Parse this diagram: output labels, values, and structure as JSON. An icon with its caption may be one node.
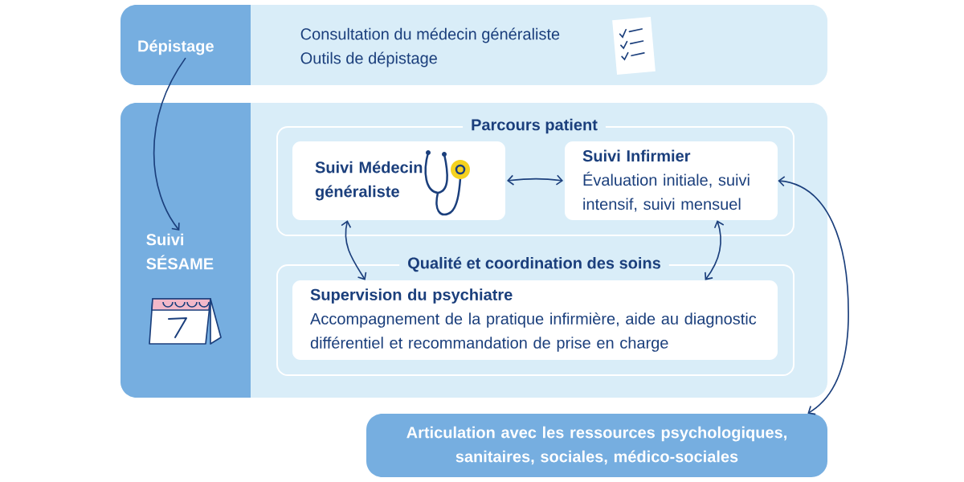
{
  "diagram": {
    "nodes": [
      {
        "text": [
          "Dépistage"
        ]
      },
      {
        "text": [
          "Consultation du médecin généraliste",
          "Outils de dépistage"
        ]
      },
      {
        "text": [
          "Suivi SÉSAME"
        ]
      },
      {
        "text": [
          "Parcours patient"
        ]
      },
      {
        "text": [
          "Suivi Médecin généraliste"
        ],
        "in": 3
      },
      {
        "text": [
          "Suivi Infirmier",
          "Évaluation initiale, suivi intensif, suivi mensuel"
        ],
        "in": 3
      },
      {
        "text": [
          "Qualité et coordination des soins"
        ]
      },
      {
        "text": [
          "Supervision du psychiatre",
          "Accompagnement de la pratique infirmière, aide au diagnostic différentiel et recommandation de prise en charge"
        ],
        "in": 6
      },
      {
        "text": [
          "Articulation avec les ressources psychologiques, sanitaires, sociales, médico-sociales"
        ]
      }
    ],
    "edges": [
      {
        "from": 0,
        "to": 2,
        "arrow": "to"
      },
      {
        "from": 4,
        "to": 5,
        "arrow": "both"
      },
      {
        "from": 4,
        "to": 7,
        "arrow": "both"
      },
      {
        "from": 5,
        "to": 7,
        "arrow": "both"
      },
      {
        "from": 5,
        "to": 8,
        "arrow": "both"
      }
    ]
  }
}
